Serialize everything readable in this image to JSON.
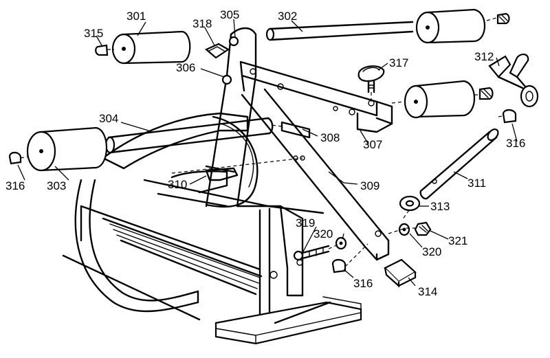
{
  "diagram": {
    "labels": {
      "p301": "301",
      "p302": "302",
      "p303": "303",
      "p304": "304",
      "p305": "305",
      "p306": "306",
      "p307": "307",
      "p308": "308",
      "p309": "309",
      "p310": "310",
      "p311": "311",
      "p312": "312",
      "p313": "313",
      "p314": "314",
      "p315": "315",
      "p316a": "316",
      "p316b": "316",
      "p316c": "316",
      "p317": "317",
      "p318": "318",
      "p319": "319",
      "p320a": "320",
      "p320b": "320",
      "p321": "321"
    }
  }
}
